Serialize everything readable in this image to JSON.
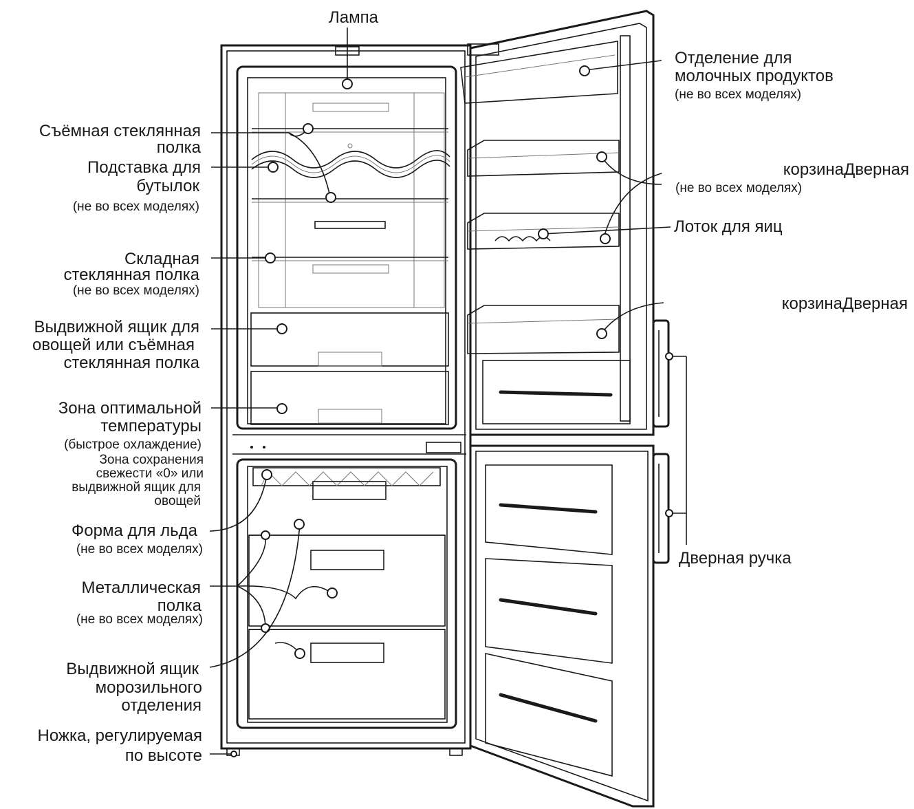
{
  "labels": {
    "lamp": "Лампа",
    "dairy_l1": "Отделение для",
    "dairy_l2": "молочных продуктов",
    "dairy_note": "(не во всех моделях)",
    "shelf_l1": "Съёмная стеклянная",
    "shelf_l2": "полка",
    "bottle_l1": "Подставка для",
    "bottle_l2": "бутылок",
    "bottle_note": "(не во всех моделях)",
    "door_basket1_l1": "корзинаДверная",
    "door_basket1_note": "(не во всех моделях)",
    "egg": "Лоток для яиц",
    "fold_l1": "Складная",
    "fold_l2": "стеклянная полка",
    "fold_note": "(не во всех моделях)",
    "door_basket2": "корзинаДверная",
    "veg_l1": "Выдвижной ящик для",
    "veg_l2": "овощей или съёмная",
    "veg_l3": "стеклянная полка",
    "optimal_l1": "Зона оптимальной",
    "optimal_l2": "температуры",
    "optimal_note": "(быстрое охлаждение)",
    "fresh_l1": "Зона сохранения",
    "fresh_l2": "свежести «0»  или",
    "fresh_l3": "выдвижной ящик для",
    "fresh_l4": "овощей",
    "ice_l1": "Форма для льда",
    "ice_note": "(не во всех моделях)",
    "metal_l1": "Металлическая",
    "metal_l2": "полка",
    "metal_note": "(не во всех моделях)",
    "handle": "Дверная ручка",
    "freezer_l1": "Выдвижной ящик",
    "freezer_l2": "морозильного",
    "freezer_l3": "отделения",
    "foot_l1": "Ножка, регулируемая",
    "foot_l2": "по высоте"
  },
  "colors": {
    "ink": "#1a1a1a",
    "background": "#ffffff"
  }
}
